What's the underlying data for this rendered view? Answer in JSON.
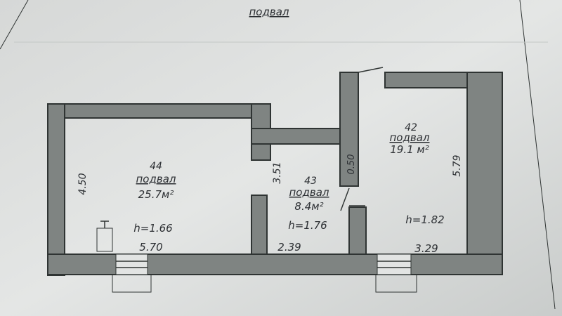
{
  "title": "подвал",
  "rooms": [
    {
      "number": "44",
      "name": "подвал",
      "area": "25.7м²",
      "height": "h=1.66"
    },
    {
      "number": "43",
      "name": "подвал",
      "area": "8.4м²",
      "height": "h=1.76"
    },
    {
      "number": "42",
      "name": "подвал",
      "area": "19.1 м²",
      "height": "h=1.82"
    }
  ],
  "dimensions": {
    "room44_height": "4.50",
    "room44_width": "5.70",
    "room43_height": "3.51",
    "room43_width": "2.39",
    "wall_thickness": "0.50",
    "room42_height": "5.79",
    "room42_width": "3.29"
  },
  "colors": {
    "paper": "#e2e4e3",
    "wall": "#7f8482",
    "ink": "#2c2f33"
  }
}
